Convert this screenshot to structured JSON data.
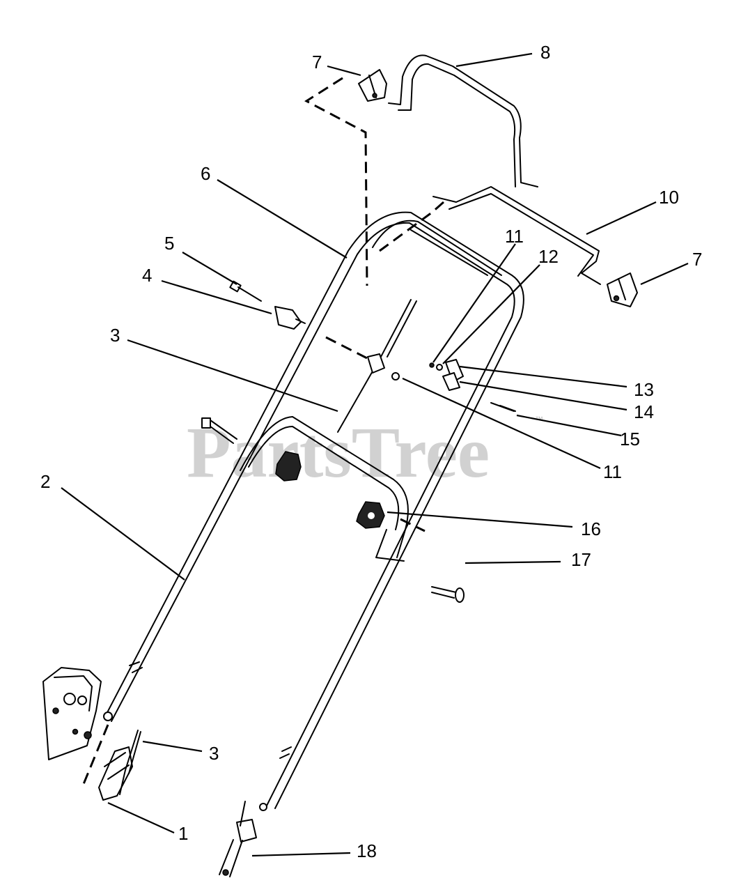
{
  "watermark": {
    "text": "PartsTree",
    "mark": "™"
  },
  "callouts": [
    {
      "id": "c1",
      "label": "1"
    },
    {
      "id": "c2",
      "label": "2"
    },
    {
      "id": "c3a",
      "label": "3"
    },
    {
      "id": "c3b",
      "label": "3"
    },
    {
      "id": "c4",
      "label": "4"
    },
    {
      "id": "c5",
      "label": "5"
    },
    {
      "id": "c6",
      "label": "6"
    },
    {
      "id": "c7a",
      "label": "7"
    },
    {
      "id": "c7b",
      "label": "7"
    },
    {
      "id": "c8",
      "label": "8"
    },
    {
      "id": "c10",
      "label": "10"
    },
    {
      "id": "c11a",
      "label": "11"
    },
    {
      "id": "c11b",
      "label": "11"
    },
    {
      "id": "c12",
      "label": "12"
    },
    {
      "id": "c13",
      "label": "13"
    },
    {
      "id": "c14",
      "label": "14"
    },
    {
      "id": "c15",
      "label": "15"
    },
    {
      "id": "c16",
      "label": "16"
    },
    {
      "id": "c17",
      "label": "17"
    },
    {
      "id": "c18",
      "label": "18"
    }
  ]
}
